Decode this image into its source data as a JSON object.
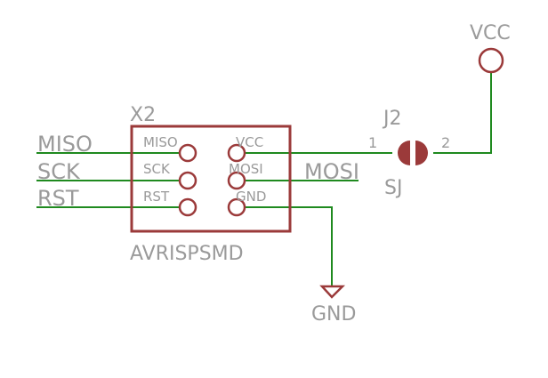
{
  "header": {
    "designator": "X2",
    "value": "AVRISPSMD"
  },
  "header_pins": {
    "miso": "MISO",
    "sck": "SCK",
    "rst": "RST",
    "vcc": "VCC",
    "mosi": "MOSI",
    "gnd": "GND"
  },
  "nets": {
    "miso": "MISO",
    "sck": "SCK",
    "rst": "RST",
    "mosi": "MOSI"
  },
  "jumper": {
    "designator": "J2",
    "value": "SJ",
    "pin1": "1",
    "pin2": "2"
  },
  "power": {
    "vcc": "VCC",
    "gnd": "GND"
  },
  "colors": {
    "wire": "#1f8a1f",
    "part": "#9b3a3a",
    "label": "#9a9a9a"
  }
}
